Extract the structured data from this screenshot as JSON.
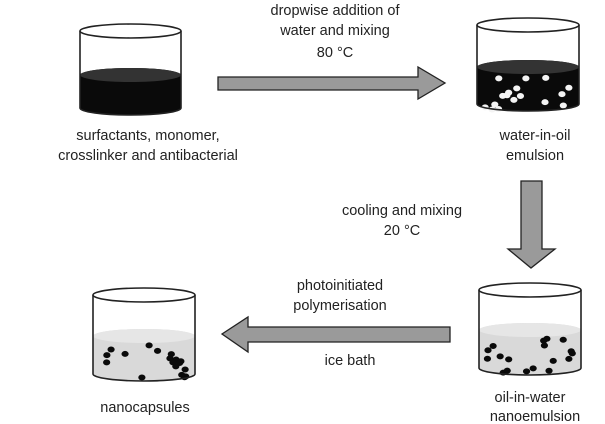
{
  "steps": {
    "step1": {
      "lines": [
        "dropwise addition of",
        "water and mixing",
        "80 °C"
      ]
    },
    "step2": {
      "lines": [
        "cooling and mixing",
        "20 °C"
      ]
    },
    "step3": {
      "above": [
        "photoinitiated",
        "polymerisation"
      ],
      "below": "ice bath"
    }
  },
  "beakers": {
    "start": {
      "lines": [
        "surfactants, monomer,",
        "crosslinker and antibacterial"
      ]
    },
    "w_o": {
      "lines": [
        "water-in-oil",
        "emulsion"
      ]
    },
    "o_w": {
      "lines": [
        "oil-in-water",
        "nanoemulsion"
      ]
    },
    "caps": {
      "lines": [
        "nanocapsules"
      ]
    }
  },
  "colors": {
    "oil": "#0a0a0a",
    "water": "#d9d9d9",
    "arrow": "#9a9a9a",
    "outline": "#222222"
  }
}
